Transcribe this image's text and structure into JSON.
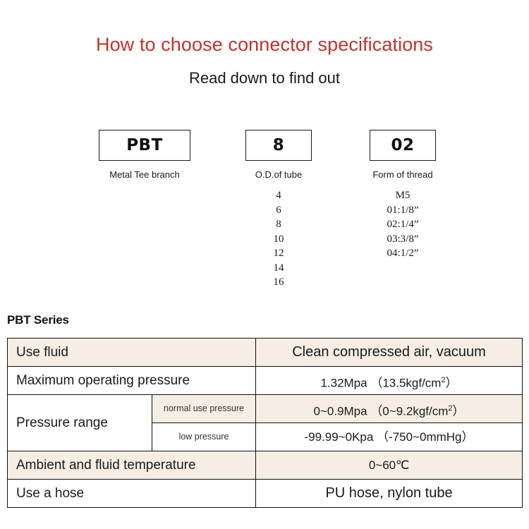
{
  "header": {
    "title": "How to choose connector specifications",
    "subtitle": "Read down to find out",
    "title_color": "#c0342b"
  },
  "code_groups": [
    {
      "code": "PBT",
      "caption": "Metal Tee branch",
      "options": []
    },
    {
      "code": "8",
      "caption": "O.D.of tube",
      "options": [
        "4",
        "6",
        "8",
        "10",
        "12",
        "14",
        "16"
      ]
    },
    {
      "code": "02",
      "caption": "Form of thread",
      "options": [
        "M5",
        "01:1/8”",
        "02:1/4”",
        "03:3/8”",
        "04:1/2”"
      ]
    }
  ],
  "series": {
    "label": "PBT Series",
    "row_colors": {
      "beige": "#f6eee4",
      "white": "#ffffff"
    },
    "rows": [
      {
        "label": "Use fluid",
        "sub_label": null,
        "value": "Clean compressed air, vacuum",
        "shade": "beige"
      },
      {
        "label": "Maximum operating pressure",
        "sub_label": null,
        "value_prefix": "1.32Mpa （13.5kgf/cm",
        "value_sup": "2",
        "value_suffix": "）",
        "shade": "white"
      },
      {
        "label": "Pressure range",
        "sub_label": "normal use pressure",
        "value_prefix": "0~0.9Mpa （0~9.2kgf/cm",
        "value_sup": "2",
        "value_suffix": "）",
        "shade": "beige"
      },
      {
        "label": "",
        "sub_label": "low pressure",
        "value": "-99.99~0Kpa （-750~0mmHg）",
        "shade": "white"
      },
      {
        "label": "Ambient and fluid temperature",
        "sub_label": null,
        "value": "0~60℃",
        "shade": "beige"
      },
      {
        "label": "Use a hose",
        "sub_label": null,
        "value": "PU hose, nylon tube",
        "shade": "white"
      }
    ]
  }
}
